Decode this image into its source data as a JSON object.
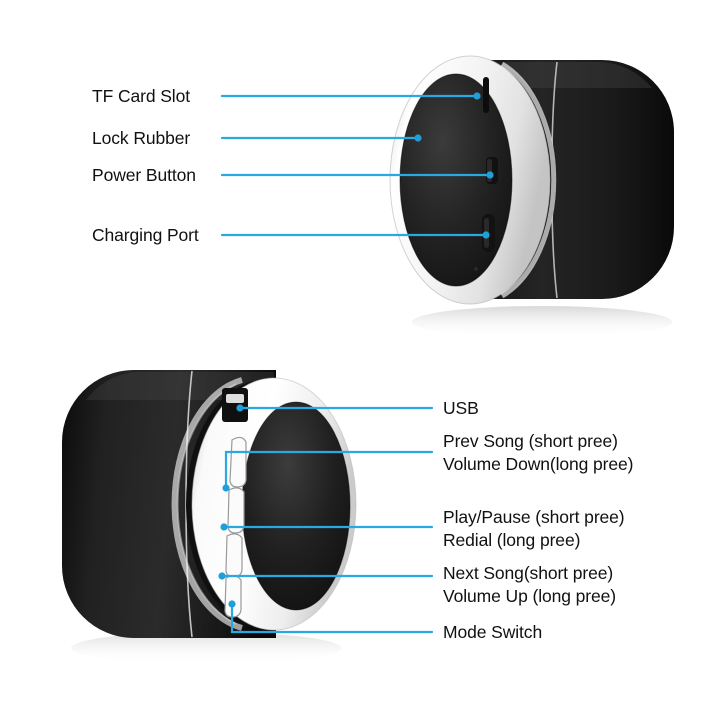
{
  "page": {
    "title": "Portable Bluetooth Speaker Feature Callout Diagram",
    "background_color": "#ffffff",
    "accent_color": "#2aa9e0",
    "text_color": "#111111"
  },
  "products": [
    {
      "name": "speaker-top",
      "view": "front-left angled view (control side facing viewer)",
      "body_color": "#1b1b1b",
      "bezel_color": "#f2f2f2",
      "accent_ring_color": "#c9c9c9"
    },
    {
      "name": "speaker-bottom",
      "view": "front-right angled view (button side facing viewer)",
      "body_color": "#1b1b1b",
      "bezel_color": "#f2f2f2",
      "accent_ring_color": "#c9c9c9"
    }
  ],
  "callouts_top": [
    {
      "id": "tf-card-slot",
      "label": "TF Card Slot",
      "lines": [
        "TF Card Slot"
      ]
    },
    {
      "id": "lock-rubber",
      "label": "Lock Rubber",
      "lines": [
        "Lock Rubber"
      ]
    },
    {
      "id": "power-button",
      "label": "Power Button",
      "lines": [
        "Power Button"
      ]
    },
    {
      "id": "charging-port",
      "label": "Charging Port",
      "lines": [
        "Charging Port"
      ]
    }
  ],
  "callouts_bottom": [
    {
      "id": "usb",
      "label": "USB",
      "line1": "USB",
      "line2": ""
    },
    {
      "id": "prev-song",
      "label": "Prev Song / Volume Down",
      "line1": "Prev Song (short pree)",
      "line2": "Volume Down(long pree)"
    },
    {
      "id": "play-pause",
      "label": "Play/Pause / Redial",
      "line1": "Play/Pause (short pree)",
      "line2": "Redial (long pree)"
    },
    {
      "id": "next-song",
      "label": "Next Song / Volume Up",
      "line1": "Next Song(short pree)",
      "line2": "Volume Up (long pree)"
    },
    {
      "id": "mode-switch",
      "label": "Mode Switch",
      "line1": "Mode Switch",
      "line2": ""
    }
  ]
}
